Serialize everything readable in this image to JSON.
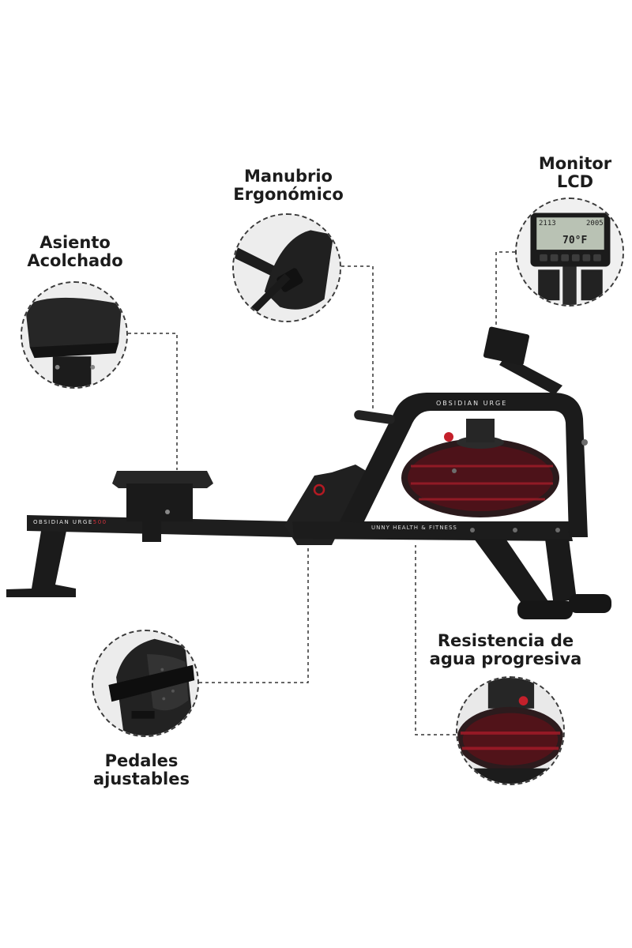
{
  "callouts": {
    "seat": {
      "title": [
        "Asiento",
        "Acolchado"
      ],
      "icon": "padded-seat"
    },
    "handle": {
      "title": [
        "Manubrio",
        "Ergonómico"
      ],
      "icon": "ergonomic-handlebar"
    },
    "monitor": {
      "title": [
        "Monitor",
        "LCD"
      ],
      "icon": "lcd-monitor"
    },
    "pedals": {
      "title": [
        "Pedales",
        "ajustables"
      ],
      "icon": "adjustable-pedals"
    },
    "resistance": {
      "title": [
        "Resistencia de",
        "agua progresiva"
      ],
      "icon": "water-tank"
    }
  },
  "machine": {
    "rail_brand": "OBSIDIAN",
    "rail_model": "URGE",
    "rail_number": "500",
    "frame_brand": "OBSIDIAN",
    "frame_model": "URGE",
    "maker": "UNNY HEALTH & FITNESS",
    "lcd_top_left": "2113",
    "lcd_top_right": "2005",
    "lcd_temperature": "70°F"
  },
  "colors": {
    "frame": "#1b1b1b",
    "accent_red": "#8b1420",
    "connector": "#333333",
    "text": "#1c1c1c"
  }
}
